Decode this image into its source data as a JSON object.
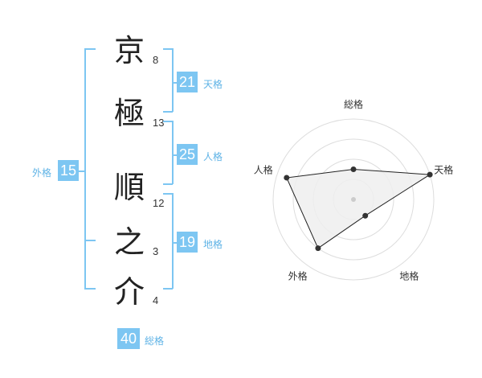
{
  "name": {
    "characters": [
      {
        "char": "京",
        "strokes": "8"
      },
      {
        "char": "極",
        "strokes": "13"
      },
      {
        "char": "順",
        "strokes": "12"
      },
      {
        "char": "之",
        "strokes": "3"
      },
      {
        "char": "介",
        "strokes": "4"
      }
    ]
  },
  "kakusu": {
    "tenkaku": {
      "value": "21",
      "label": "天格"
    },
    "jinkaku": {
      "value": "25",
      "label": "人格"
    },
    "chikaku": {
      "value": "19",
      "label": "地格"
    },
    "gaikaku": {
      "value": "15",
      "label": "外格"
    },
    "soukaku": {
      "value": "40",
      "label": "総格"
    }
  },
  "chart_data": {
    "type": "radar",
    "axes": [
      "総格",
      "天格",
      "地格",
      "外格",
      "人格"
    ],
    "values": [
      1.5,
      4,
      1,
      3,
      3.5
    ],
    "max": 4,
    "rings": 4,
    "colors": {
      "fill": "#eeeeee",
      "ring": "#dddddd",
      "line": "#222222",
      "point": "#333333"
    }
  }
}
